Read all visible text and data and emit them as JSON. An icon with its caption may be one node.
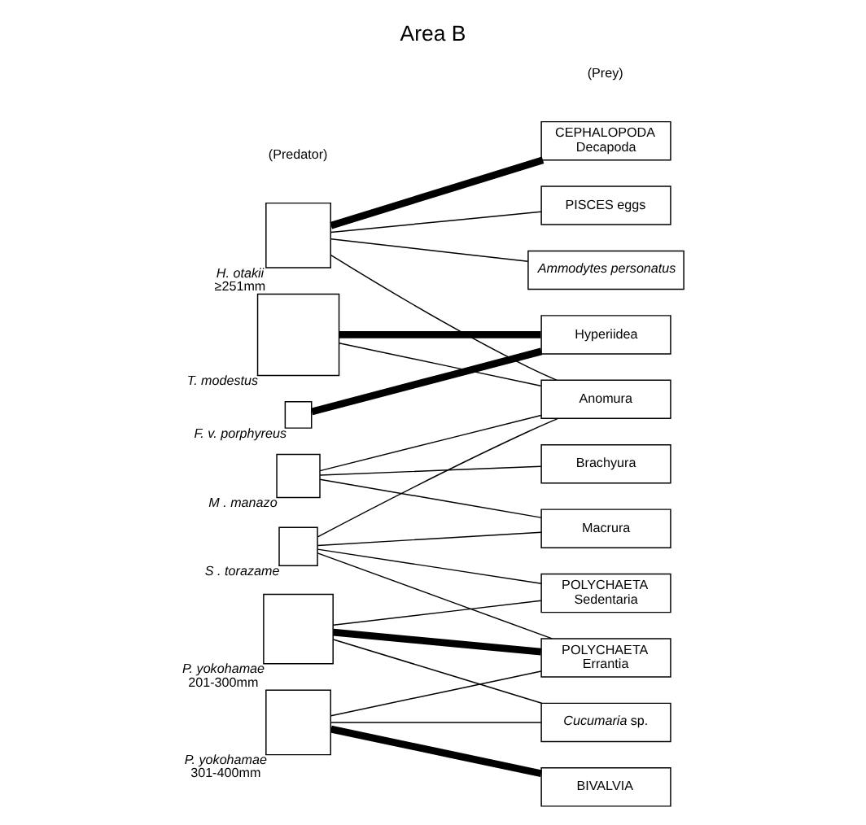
{
  "diagram": {
    "title": "Area B",
    "nodes": [
      {
        "text": [],
        "shape": "box",
        "beside": [
          "H. otakii",
          "≥251mm"
        ]
      },
      {
        "text": [],
        "shape": "box",
        "beside": [
          "T. modestus"
        ]
      },
      {
        "text": [],
        "shape": "box",
        "beside": [
          "F. v. porphyreus"
        ]
      },
      {
        "text": [],
        "shape": "box",
        "beside": [
          "M . manazo"
        ]
      },
      {
        "text": [],
        "shape": "box",
        "beside": [
          "S . torazame"
        ]
      },
      {
        "text": [],
        "shape": "box",
        "beside": [
          "P. yokohamae",
          "201-300mm"
        ]
      },
      {
        "text": [],
        "shape": "box",
        "beside": [
          "P. yokohamae",
          "301-400mm"
        ]
      },
      {
        "text": [
          "CEPHALOPODA",
          "Decapoda"
        ]
      },
      {
        "text": [
          "PISCES eggs"
        ]
      },
      {
        "text": [
          "*Ammodytes personatus*"
        ]
      },
      {
        "text": [
          "Hyperiidea"
        ]
      },
      {
        "text": [
          "Anomura"
        ]
      },
      {
        "text": [
          "Brachyura"
        ]
      },
      {
        "text": [
          "Macrura"
        ]
      },
      {
        "text": [
          "POLYCHAETA",
          "Sedentaria"
        ]
      },
      {
        "text": [
          "POLYCHAETA",
          "Errantia"
        ]
      },
      {
        "text": [
          "*Cucumaria* sp."
        ]
      },
      {
        "text": [
          "BIVALVIA"
        ]
      }
    ],
    "edges": [
      {
        "from": 0,
        "to": 7,
        "arrow": "none",
        "style": "thick"
      },
      {
        "from": 0,
        "to": 8,
        "arrow": "none"
      },
      {
        "from": 0,
        "to": 9,
        "arrow": "none"
      },
      {
        "from": 0,
        "to": 11,
        "arrow": "none"
      },
      {
        "from": 1,
        "to": 10,
        "arrow": "none",
        "style": "thick"
      },
      {
        "from": 1,
        "to": 11,
        "arrow": "none"
      },
      {
        "from": 2,
        "to": 10,
        "arrow": "none",
        "style": "thick"
      },
      {
        "from": 3,
        "to": 11,
        "arrow": "none"
      },
      {
        "from": 3,
        "to": 12,
        "arrow": "none"
      },
      {
        "from": 3,
        "to": 13,
        "arrow": "none"
      },
      {
        "from": 4,
        "to": 11,
        "arrow": "none"
      },
      {
        "from": 4,
        "to": 13,
        "arrow": "none"
      },
      {
        "from": 4,
        "to": 14,
        "arrow": "none"
      },
      {
        "from": 4,
        "to": 15,
        "arrow": "none"
      },
      {
        "from": 5,
        "to": 14,
        "arrow": "none"
      },
      {
        "from": 5,
        "to": 15,
        "arrow": "none",
        "style": "thick"
      },
      {
        "from": 5,
        "to": 16,
        "arrow": "none"
      },
      {
        "from": 6,
        "to": 15,
        "arrow": "none"
      },
      {
        "from": 6,
        "to": 16,
        "arrow": "none"
      },
      {
        "from": 6,
        "to": 17,
        "arrow": "none",
        "style": "thick"
      }
    ],
    "labels": [
      "(Predator)",
      "(Prey)"
    ]
  }
}
